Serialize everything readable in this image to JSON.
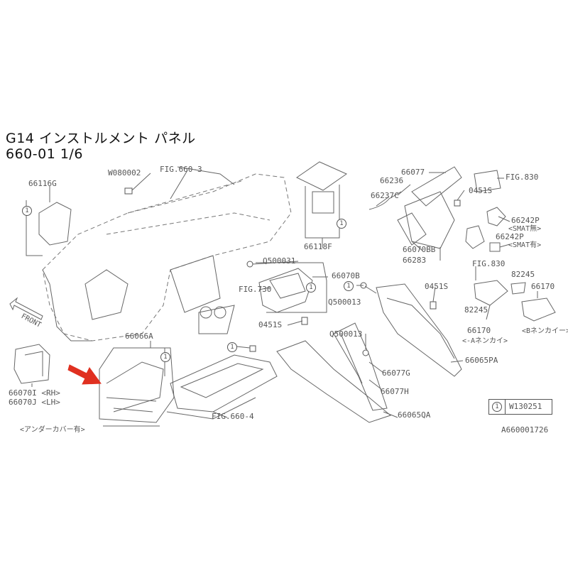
{
  "title": {
    "line1": "G14 インストルメント パネル",
    "line2": "660-01 1/6"
  },
  "labels": {
    "w080002": "W080002",
    "fig660_3": "FIG.660-3",
    "l66116g": "66116G",
    "l66077": "66077",
    "l66236": "66236",
    "l66237c": "66237C",
    "fig830_top": "FIG.830",
    "l0451s_a": "0451S",
    "l66242p_a": "66242P",
    "smat_none": "<SMAT無>",
    "l66242p_b": "66242P",
    "smat_yes": "<SMAT有>",
    "l66118f": "66118F",
    "l66070bb": "66070BB",
    "l66283": "66283",
    "fig830_mid": "FIG.830",
    "q500031": "Q500031",
    "l66070b": "66070B",
    "fig730": "FIG.730",
    "l82245_a": "82245",
    "l66170_a": "66170",
    "l0451s_b": "0451S",
    "q500013_a": "Q500013",
    "l82245_b": "82245",
    "l0451s_c": "0451S",
    "l66170_b": "66170",
    "a_nenkai": "<-Aネンカイ>",
    "b_nenkai": "<Bネンカイー>",
    "front": "FRONT",
    "l66066a": "66066A",
    "q500013_b": "Q500013",
    "l66077g": "66077G",
    "l66065pa": "66065PA",
    "l66070i": "66070I <RH>",
    "l66070j": "66070J <LH>",
    "l66077h": "66077H",
    "fig660_4": "FIG.660-4",
    "l66065qa": "66065QA",
    "under_cover": "<アンダーカバー有>",
    "diagram_id": "A660001726"
  },
  "legend": {
    "symbol": "1",
    "code": "W130251"
  },
  "callout_symbol": "1",
  "pointer_color": "#e03020"
}
